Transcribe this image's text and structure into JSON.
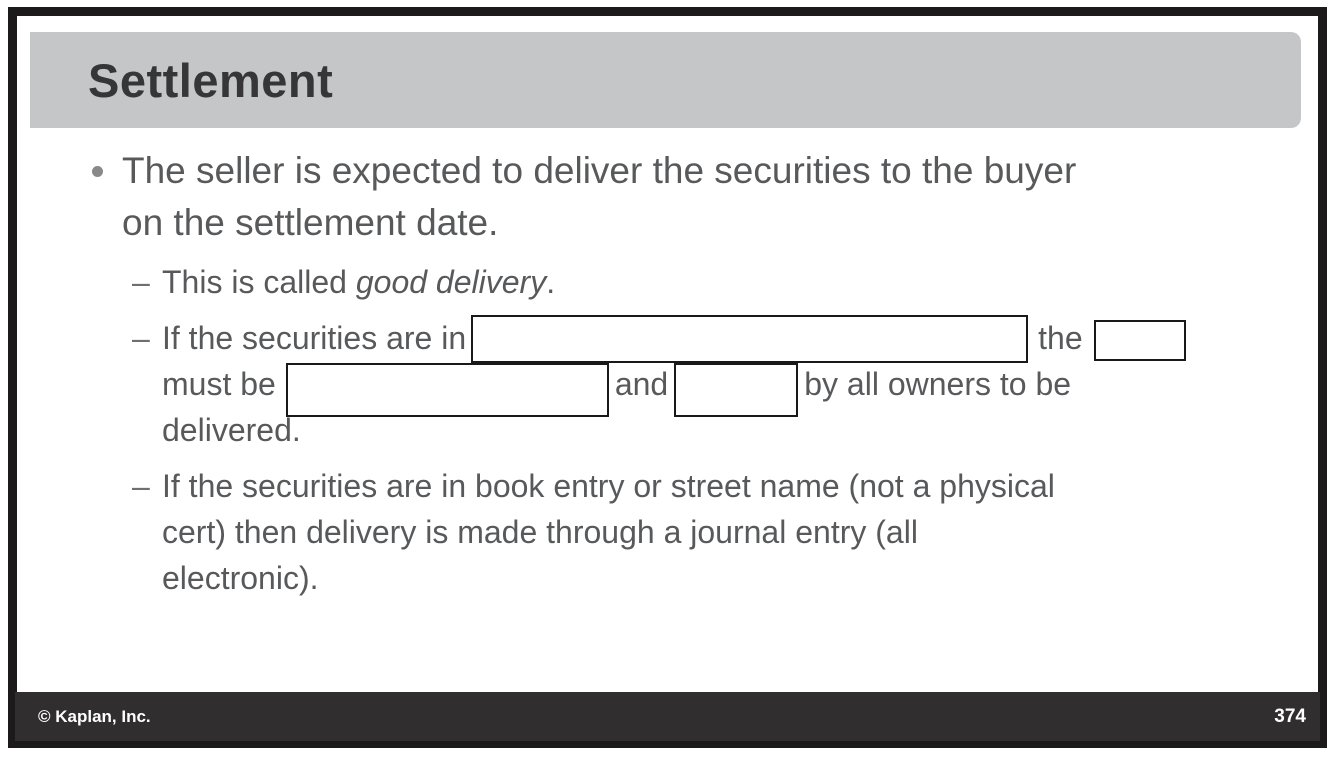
{
  "slide": {
    "title": "Settlement",
    "sub_marker": "–",
    "main_bullet": {
      "line1": "The seller is expected to deliver the securities to the buyer",
      "line2": "on the settlement date."
    },
    "sub_bullet_1": {
      "pre": "This is called ",
      "italic": "good delivery",
      "post": "."
    },
    "sub_bullet_2": {
      "line1_before_blank": "If the securities are in",
      "line1_between_blanks": "the",
      "line2_before_blank": "must be",
      "line2_between_blanks": "and",
      "line2_after_blanks": "by all owners to be",
      "line3": "delivered."
    },
    "sub_bullet_3": {
      "line1": "If the securities are in book entry or street name (not a physical",
      "line2": "cert) then delivery is made through a journal entry (all",
      "line3": "electronic)."
    },
    "footer": {
      "copyright": "© Kaplan, Inc.",
      "page_number": "374"
    },
    "colors": {
      "frame_border": "#1c1a1b",
      "title_bar_bg": "#c4c6c8",
      "title_text": "#363538",
      "body_text": "#58595b",
      "bullet_dot": "#87898b",
      "blank_border": "#191919",
      "blank_fill": "#ffffff",
      "footer_bg": "#302e2f",
      "footer_text": "#ffffff"
    }
  }
}
